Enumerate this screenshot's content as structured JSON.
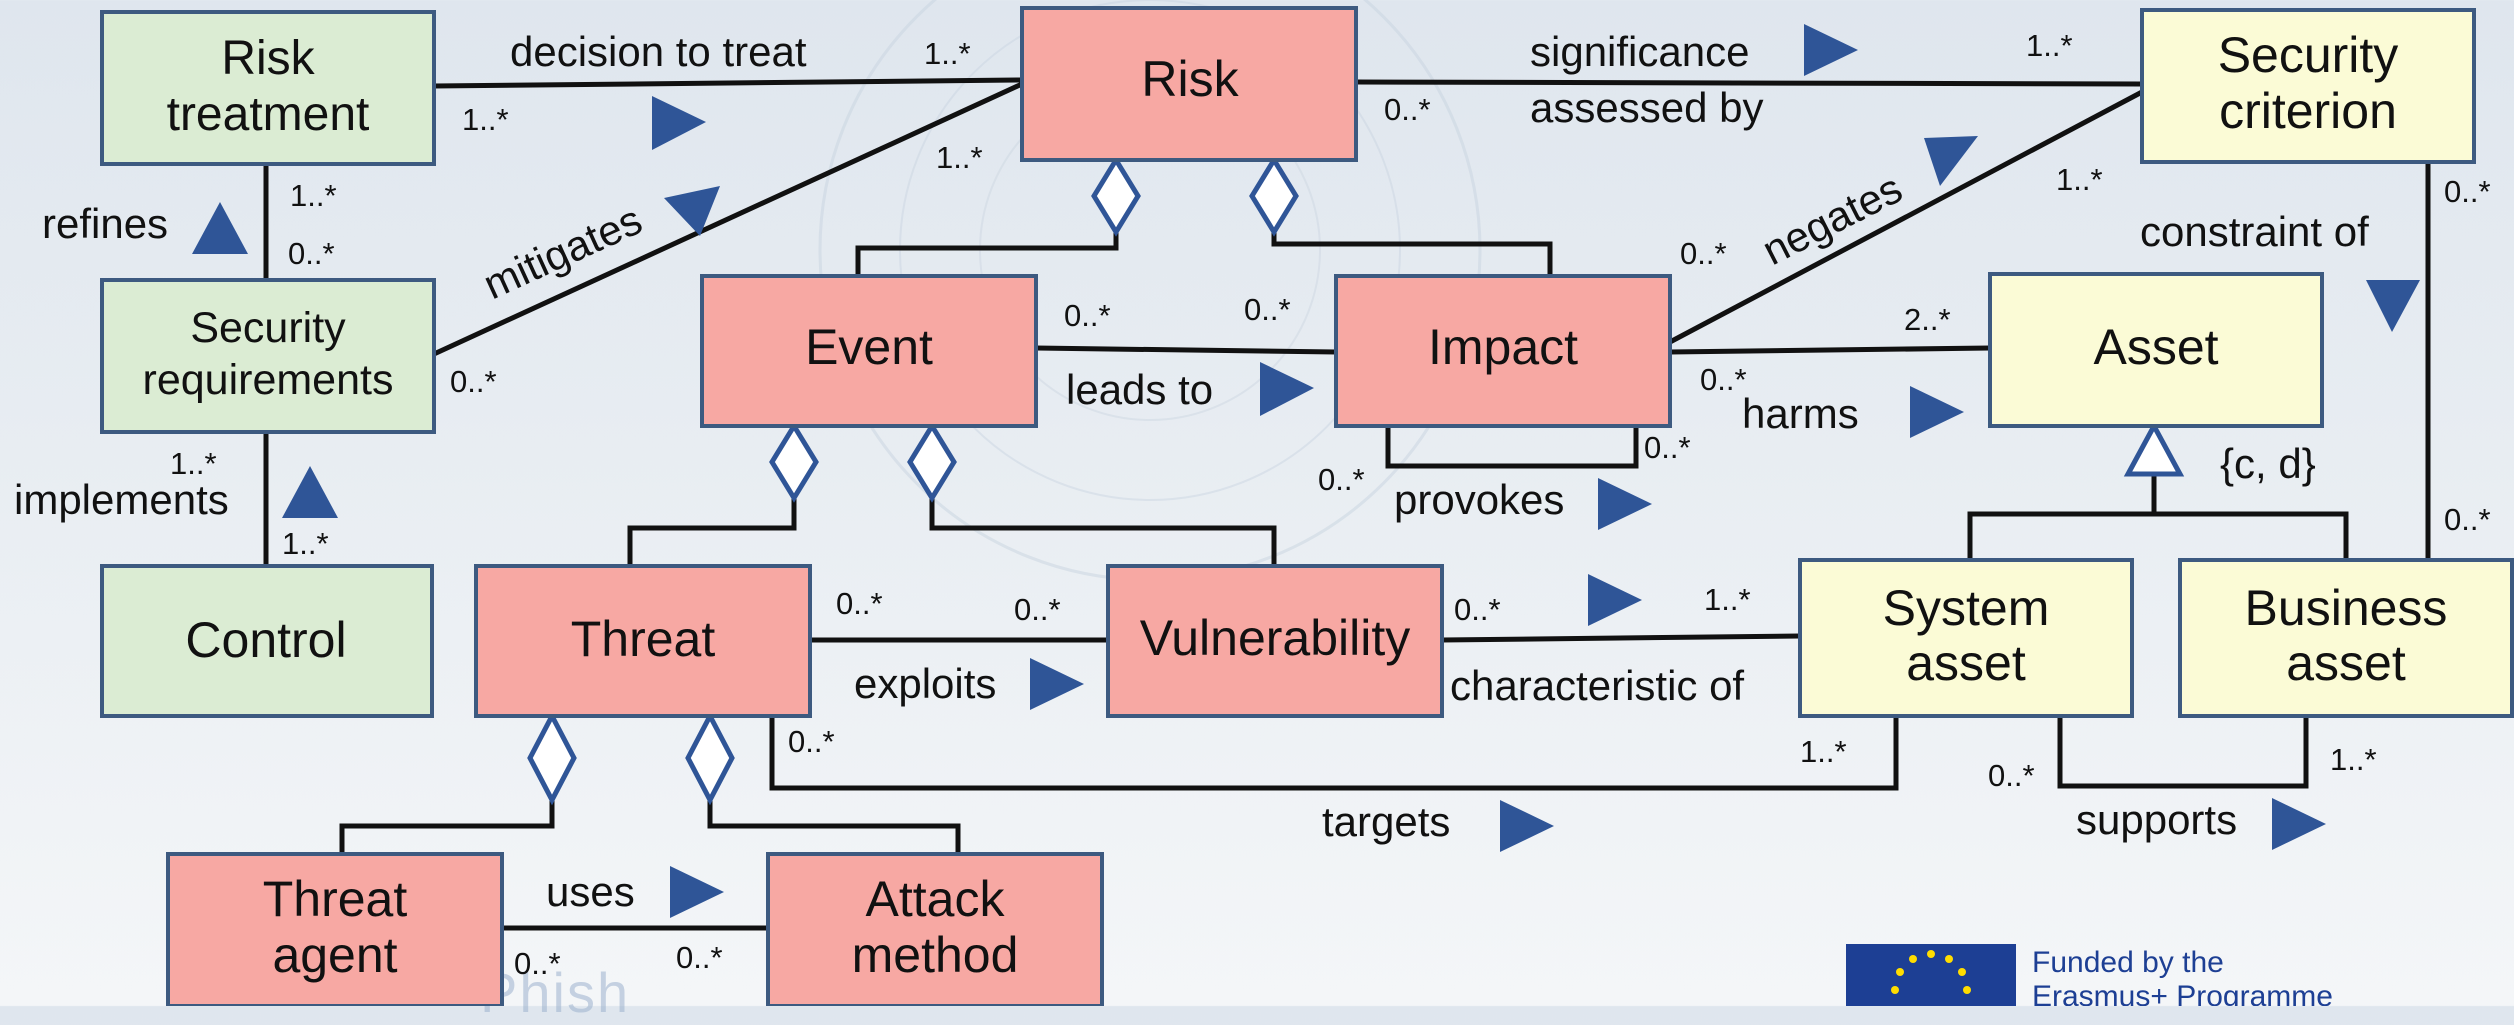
{
  "classes": {
    "risk_treatment": [
      "Risk",
      "treatment"
    ],
    "security_requirements": [
      "Security",
      "requirements"
    ],
    "control": [
      "Control"
    ],
    "risk": [
      "Risk"
    ],
    "event": [
      "Event"
    ],
    "impact": [
      "Impact"
    ],
    "threat": [
      "Threat"
    ],
    "vulnerability": [
      "Vulnerability"
    ],
    "threat_agent": [
      "Threat",
      "agent"
    ],
    "attack_method": [
      "Attack",
      "method"
    ],
    "security_criterion": [
      "Security",
      "criterion"
    ],
    "asset": [
      "Asset"
    ],
    "system_asset": [
      "System",
      "asset"
    ],
    "business_asset": [
      "Business",
      "asset"
    ]
  },
  "relations": {
    "decision_to_treat": "decision to treat",
    "significance": "significance",
    "assessed_by": "assessed by",
    "refines": "refines",
    "mitigates": "mitigates",
    "negates": "negates",
    "constraint_of": "constraint of",
    "leads_to": "leads to",
    "harms": "harms",
    "provokes": "provokes",
    "implements": "implements",
    "exploits": "exploits",
    "characteristic_of": "characteristic of",
    "targets": "targets",
    "supports": "supports",
    "uses": "uses",
    "generalization_constraint": "{c, d}"
  },
  "multiplicities": {
    "one_many": "1..*",
    "zero_many": "0..*",
    "two_many": "2..*"
  },
  "colors": {
    "risk_box": "#f7a8a3",
    "governance_box": "#dbecd3",
    "asset_box": "#fbfbd6",
    "border": "#3d5a80",
    "arrow": "#2f5597",
    "line": "#111111"
  },
  "footer": {
    "funding_line1": "Funded by the",
    "funding_line2": "Erasmus+ Programme",
    "partial_logo": "Phish"
  }
}
